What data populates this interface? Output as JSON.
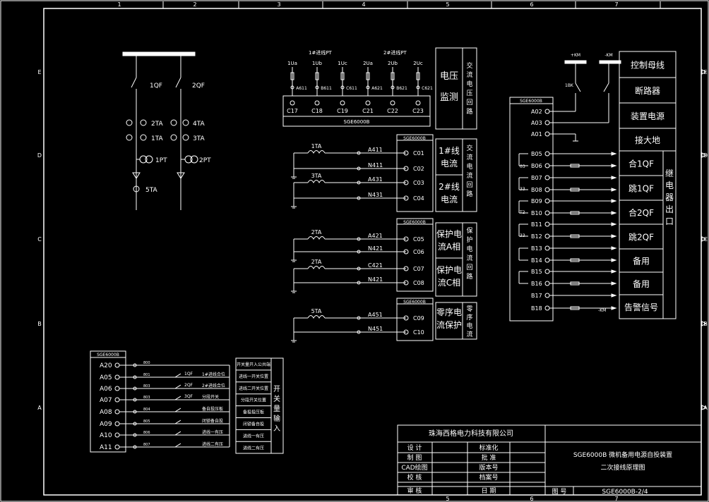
{
  "frame": {
    "col_markers": [
      "1",
      "2",
      "3",
      "4",
      "5",
      "6",
      "7"
    ],
    "bottom_col_markers": [
      "5",
      "6",
      "7"
    ],
    "row_markers": [
      "E",
      "D",
      "C",
      "B",
      "A"
    ]
  },
  "one_line": {
    "breaker_left": "1QF",
    "breaker_right": "2QF",
    "ct_left_upper": "2TA",
    "ct_left_lower": "1TA",
    "ct_right_upper": "4TA",
    "ct_right_lower": "3TA",
    "pt_left": "1PT",
    "pt_right": "2PT",
    "ct_zero": "5TA"
  },
  "voltage_module": {
    "group_label_left": "1#进线PT",
    "group_label_right": "2#进线PT",
    "fuse_labels": [
      "1Ua",
      "1Ub",
      "1Uc",
      "2Ua",
      "2Ub",
      "2Uc"
    ],
    "wire_labels": [
      "A611",
      "B611",
      "C611",
      "A621",
      "B621",
      "C621"
    ],
    "terminals": [
      "C17",
      "C18",
      "C19",
      "C21",
      "C22",
      "C23"
    ],
    "device": "SGE6000B",
    "function_label": "电压\n监测",
    "circuit_label": "交流电压回路"
  },
  "line_current_module": {
    "device": "SGE6000B",
    "rows": [
      {
        "ct": "1TA",
        "wire": "A411",
        "terminal": "C01"
      },
      {
        "ct": "",
        "wire": "N411",
        "terminal": "C02"
      },
      {
        "ct": "3TA",
        "wire": "A431",
        "terminal": "C03"
      },
      {
        "ct": "",
        "wire": "N431",
        "terminal": "C04"
      }
    ],
    "label_1": "1#线\n电流",
    "label_2": "2#线\n电流",
    "circuit_label": "交流电流回路"
  },
  "protection_module": {
    "device": "SGE6000B",
    "rows": [
      {
        "ct": "2TA",
        "wire": "A421",
        "terminal": "C05"
      },
      {
        "ct": "",
        "wire": "N421",
        "terminal": "C06"
      },
      {
        "ct": "2TA",
        "wire": "C421",
        "terminal": "C07"
      },
      {
        "ct": "",
        "wire": "N421",
        "terminal": "C08"
      }
    ],
    "label_a": "保护电\n流A相",
    "label_c": "保护电\n流C相",
    "circuit_label": "保护电流回路"
  },
  "zero_seq_module": {
    "device": "SGE6000B",
    "rows": [
      {
        "ct": "5TA",
        "wire": "A451",
        "terminal": "C09"
      },
      {
        "ct": "",
        "wire": "N451",
        "terminal": "C10"
      }
    ],
    "label": "零序电\n流保护",
    "circuit_label": "零序电流"
  },
  "control_module": {
    "device": "SGE6000B",
    "bus_pos": "+KM",
    "bus_neg": "-KM",
    "fuse_label": "1BK",
    "power_terminals": [
      "A02",
      "A03",
      "A01"
    ],
    "relay_terminals": [
      "B05",
      "B06",
      "B07",
      "B08",
      "B09",
      "B10",
      "B11",
      "B12",
      "B13",
      "B14",
      "B15",
      "B16",
      "B17",
      "B18"
    ],
    "wire_labels": [
      "03",
      "33",
      "T2",
      "33"
    ],
    "right_labels": [
      "控制母线",
      "断路器",
      "装置电源",
      "接大地",
      "合1QF",
      "跳1QF",
      "合2QF",
      "跳2QF",
      "备用",
      "备用",
      "告警信号"
    ],
    "group_label": "继电器出口",
    "alarm_label": "-KM"
  },
  "input_module": {
    "device": "SGE6000B",
    "terminals": [
      "A20",
      "A05",
      "A06",
      "A07",
      "A08",
      "A09",
      "A10",
      "A11"
    ],
    "wire_labels": [
      "800",
      "801",
      "803",
      "803",
      "804",
      "805",
      "806",
      "807"
    ],
    "contact_labels": [
      "",
      "1QF",
      "2QF",
      "3QF",
      "",
      "",
      "",
      ""
    ],
    "desc_labels": [
      "",
      "1#进线合位",
      "2#进线合位",
      "分段开关",
      "备自投压板",
      "闭锁备自投",
      "进线一有压",
      "进线二有压"
    ],
    "right_labels": [
      "开关量开入公共端",
      "进线一开关位置",
      "进线二开关位置",
      "分段开关位置",
      "备投投压板",
      "闭锁备自投",
      "进线一有压",
      "进线二有压"
    ],
    "group_label": "开关量输入"
  },
  "title_block": {
    "company": "珠海西格电力科技有限公司",
    "left_labels": [
      "设 计",
      "制 图",
      "CAD绘图",
      "校 核",
      "审 核"
    ],
    "mid_labels": [
      "标准化",
      "批 准",
      "版本号",
      "档案号",
      "日 期"
    ],
    "title_line1": "SGE6000B 微机备用电源自投装置",
    "title_line2": "二次接线原理图",
    "drawing_no_label": "图 号",
    "drawing_no": "SGE6000B-2/4"
  }
}
